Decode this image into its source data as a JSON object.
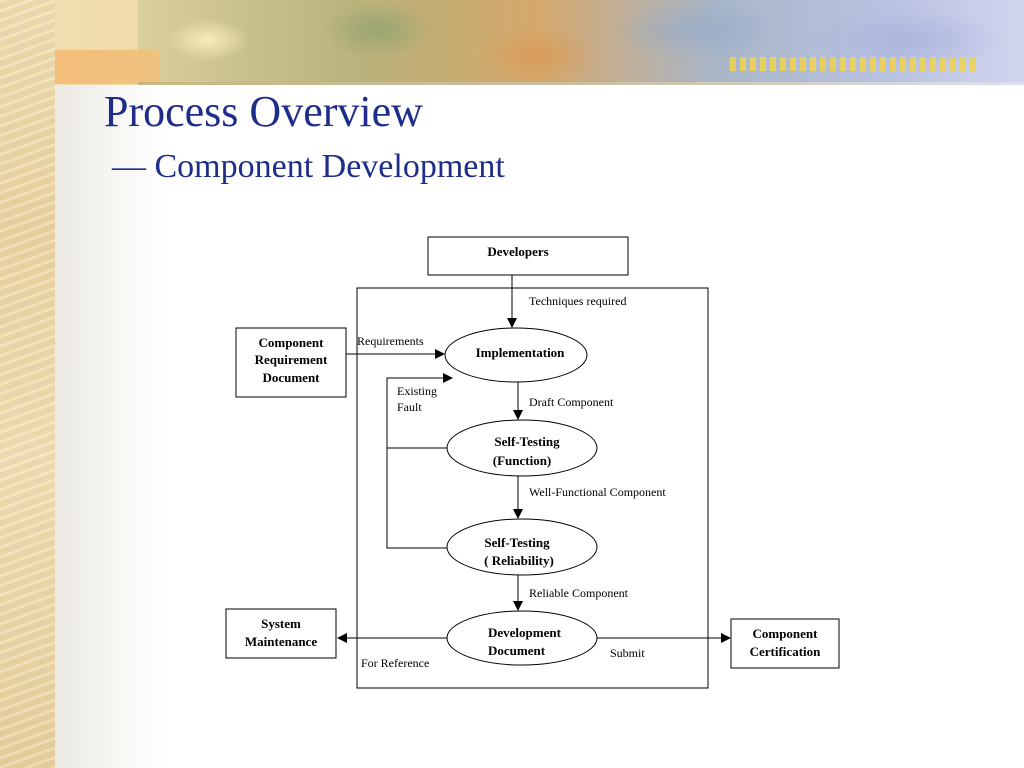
{
  "slide": {
    "title": "Process Overview",
    "subtitle": "—  Component Development"
  },
  "diagram": {
    "nodes": {
      "developers": "Developers",
      "component_requirement_document": [
        "Component",
        "Requirement",
        "Document"
      ],
      "implementation": "Implementation",
      "self_testing_function": [
        "Self-Testing",
        "(Function)"
      ],
      "self_testing_reliability": [
        "Self-Testing",
        "( Reliability)"
      ],
      "development_document": [
        "Development",
        "Document"
      ],
      "system_maintenance": [
        "System",
        "Maintenance"
      ],
      "component_certification": [
        "Component",
        "Certification"
      ]
    },
    "edges": {
      "techniques_required": "Techniques required",
      "requirements": "Requirements",
      "existing_fault": [
        "Existing",
        "Fault"
      ],
      "draft_component": "Draft Component",
      "well_functional_component": "Well-Functional Component",
      "reliable_component": "Reliable Component",
      "for_reference": "For Reference",
      "submit": "Submit"
    }
  }
}
